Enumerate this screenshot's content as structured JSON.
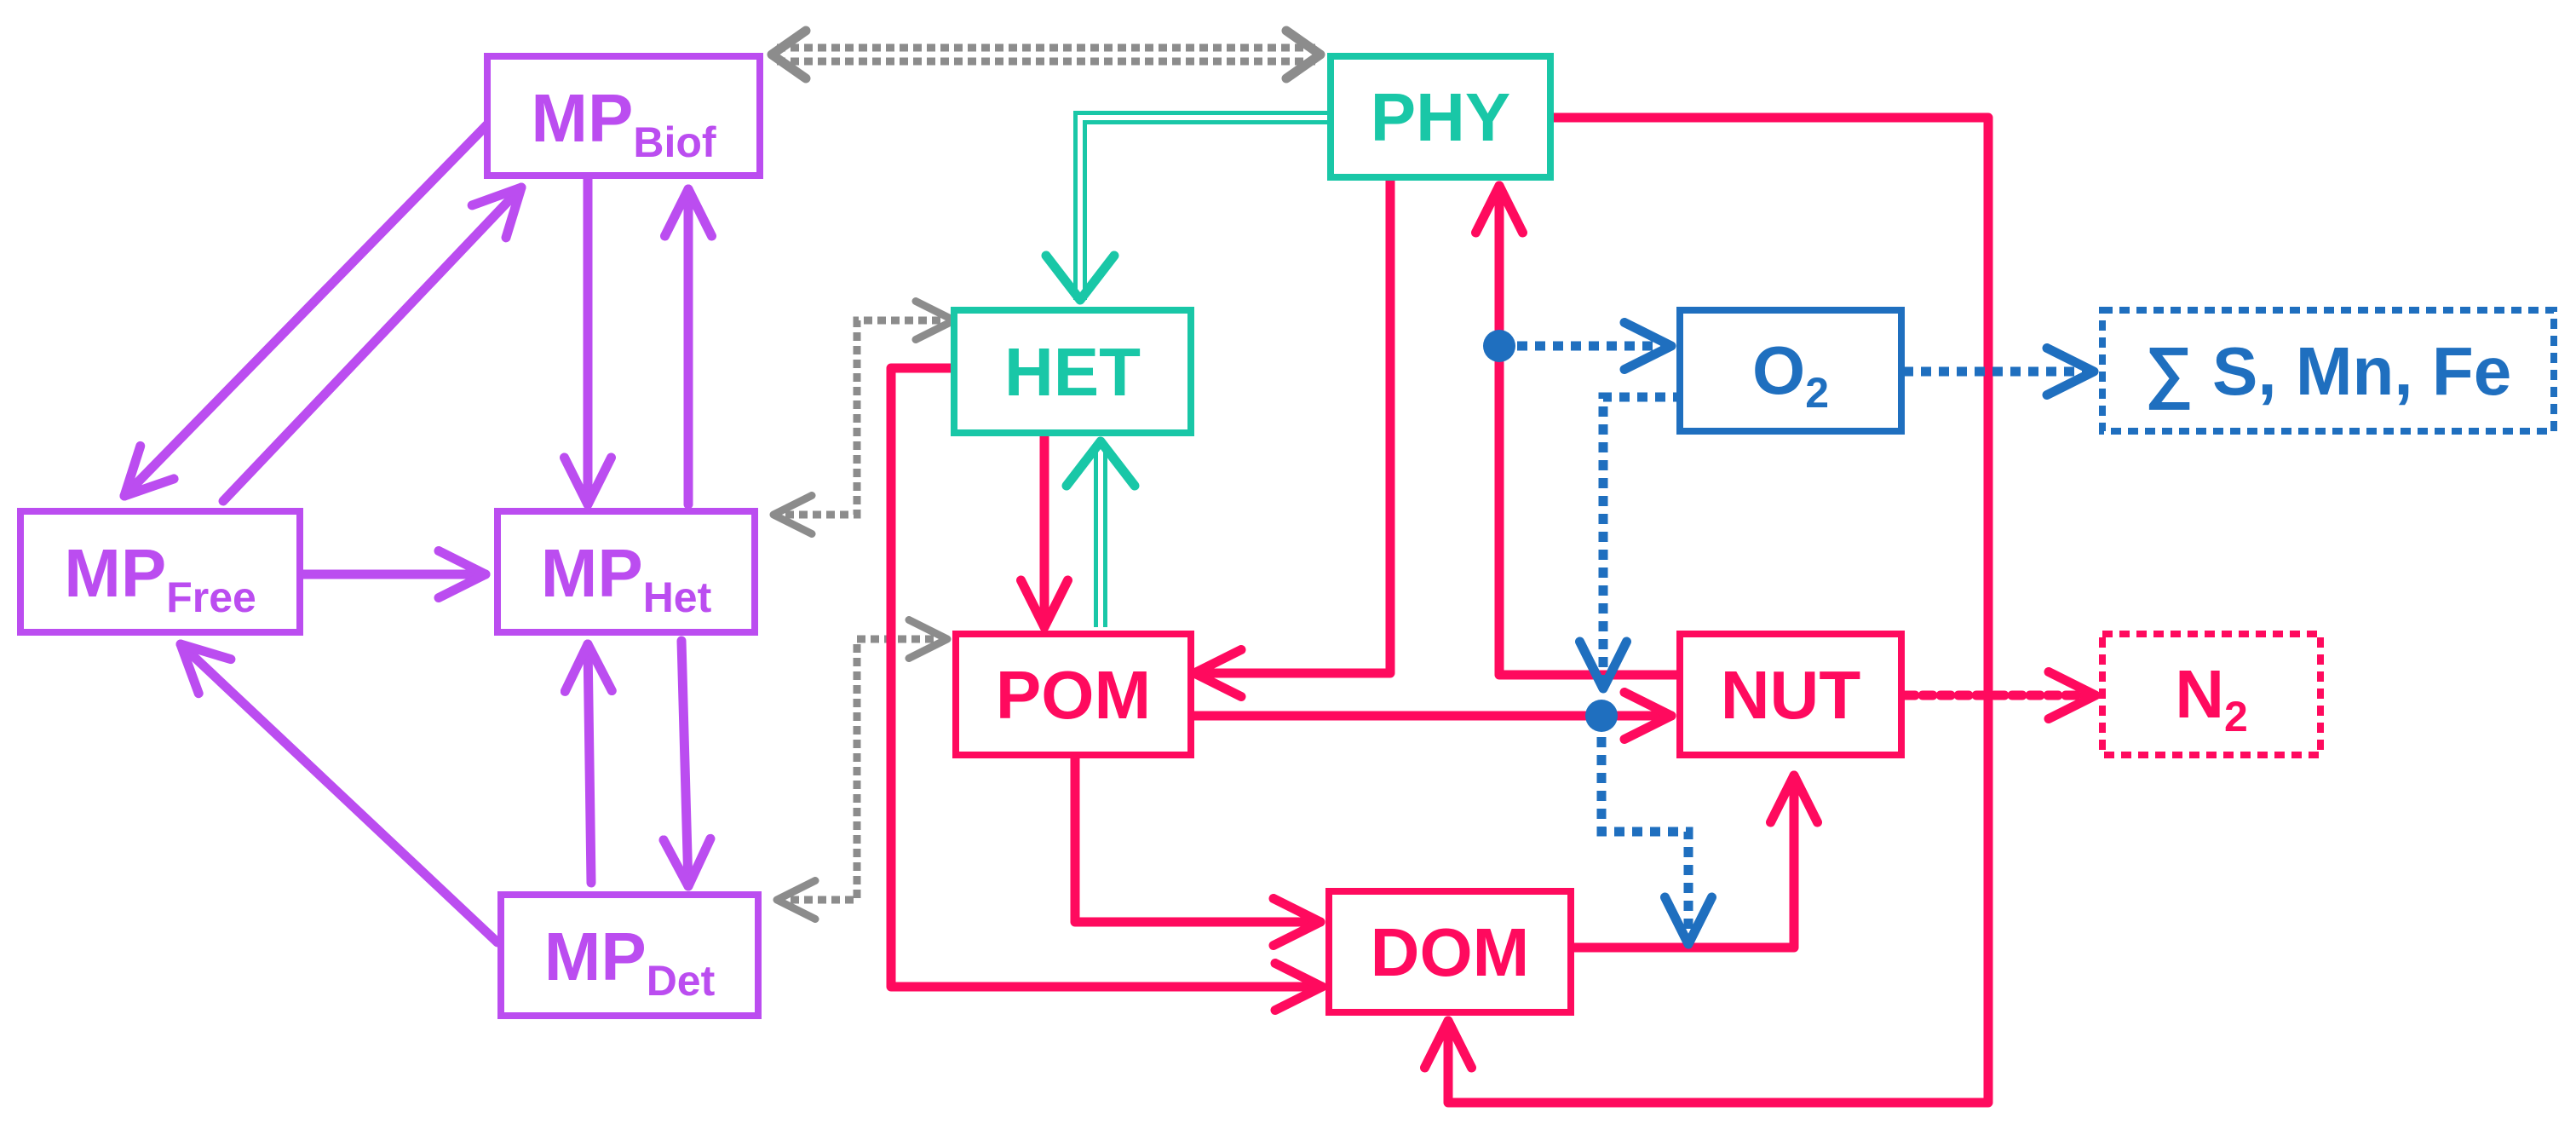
{
  "colors": {
    "microplastic": "#BB4DF0",
    "biology": "#19C7A7",
    "biogeochem": "#FF0A5E",
    "oxygen": "#1F6FBF",
    "coupling": "#8C8C8C"
  },
  "nodes": {
    "mp_biof": {
      "main": "MP",
      "sub": "Biof"
    },
    "mp_free": {
      "main": "MP",
      "sub": "Free"
    },
    "mp_het": {
      "main": "MP",
      "sub": "Het"
    },
    "mp_det": {
      "main": "MP",
      "sub": "Det"
    },
    "phy": {
      "main": "PHY"
    },
    "het": {
      "main": "HET"
    },
    "pom": {
      "main": "POM"
    },
    "dom": {
      "main": "DOM"
    },
    "nut": {
      "main": "NUT"
    },
    "o2": {
      "main": "O",
      "sub": "2"
    },
    "sinks_smnfe": {
      "main": "∑ S, Mn, Fe"
    },
    "n2": {
      "main": "N",
      "sub": "2"
    }
  }
}
